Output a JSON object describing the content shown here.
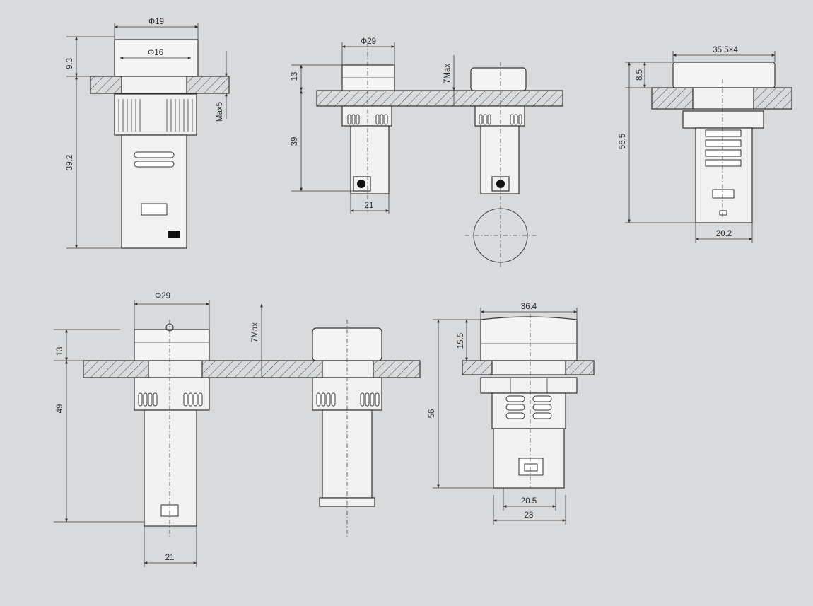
{
  "figures": [
    {
      "id": "top-left",
      "dims": {
        "d_outer": "Φ19",
        "d_inner": "Φ16",
        "h_cap": "9.3",
        "h_total": "39.2",
        "max_panel": "Max5"
      }
    },
    {
      "id": "top-middle",
      "dims": {
        "d_cap": "Φ29",
        "h_cap": "13",
        "h_body": "39",
        "w_base": "21",
        "max_panel": "7Max"
      }
    },
    {
      "id": "top-right",
      "dims": {
        "w_cap": "35.5×4",
        "h_cap": "8.5",
        "h_total": "56.5",
        "w_base": "20.2"
      }
    },
    {
      "id": "bottom-left",
      "dims": {
        "d_cap": "Φ29",
        "h_cap": "13",
        "h_body": "49",
        "w_base": "21",
        "max_panel": "7Max"
      }
    },
    {
      "id": "bottom-right",
      "dims": {
        "w_cap": "36.4",
        "h_cap": "15.5",
        "h_total": "56",
        "w_terminal": "20.5",
        "w_base": "28"
      }
    }
  ]
}
